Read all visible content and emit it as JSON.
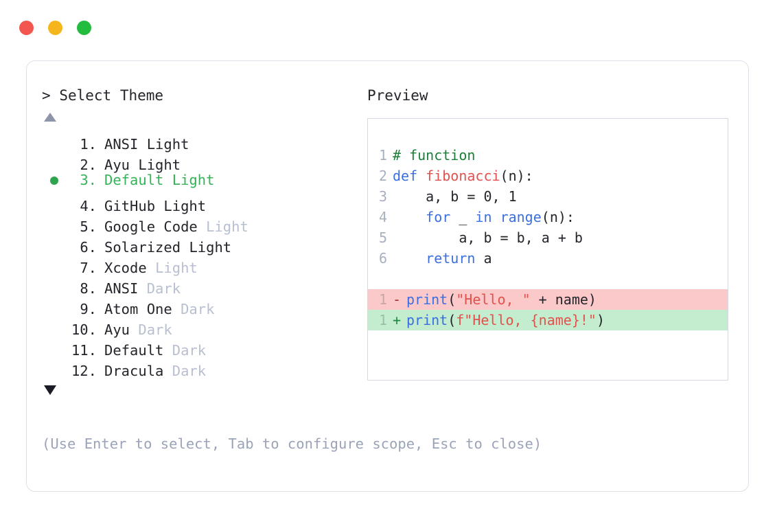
{
  "window": {
    "traffic_lights": [
      {
        "name": "close",
        "color": "#f2564f"
      },
      {
        "name": "minimize",
        "color": "#f5b61d"
      },
      {
        "name": "maximize",
        "color": "#23bc3e"
      }
    ]
  },
  "picker": {
    "prompt_marker": ">",
    "prompt_title": "Select Theme",
    "scroll_up_icon": "triangle-up",
    "scroll_down_icon": "triangle-down",
    "selected_index": 3,
    "selected_bullet": "●",
    "accent_color": "#36b358",
    "muted_color": "#b7bfd0",
    "items": [
      {
        "num": "1.",
        "name": "ANSI",
        "suffix": "Light",
        "muted_suffix": false,
        "selected": false
      },
      {
        "num": "2.",
        "name": "Ayu",
        "suffix": "Light",
        "muted_suffix": false,
        "selected": false
      },
      {
        "num": "3.",
        "name": "Default",
        "suffix": "Light",
        "muted_suffix": false,
        "selected": true
      },
      {
        "num": "4.",
        "name": "GitHub",
        "suffix": "Light",
        "muted_suffix": false,
        "selected": false
      },
      {
        "num": "5.",
        "name": "Google Code",
        "suffix": "Light",
        "muted_suffix": true,
        "selected": false
      },
      {
        "num": "6.",
        "name": "Solarized",
        "suffix": "Light",
        "muted_suffix": false,
        "selected": false
      },
      {
        "num": "7.",
        "name": "Xcode",
        "suffix": "Light",
        "muted_suffix": true,
        "selected": false
      },
      {
        "num": "8.",
        "name": "ANSI",
        "suffix": "Dark",
        "muted_suffix": true,
        "selected": false
      },
      {
        "num": "9.",
        "name": "Atom One",
        "suffix": "Dark",
        "muted_suffix": true,
        "selected": false
      },
      {
        "num": "10.",
        "name": "Ayu",
        "suffix": "Dark",
        "muted_suffix": true,
        "selected": false
      },
      {
        "num": "11.",
        "name": "Default",
        "suffix": "Dark",
        "muted_suffix": true,
        "selected": false
      },
      {
        "num": "12.",
        "name": "Dracula",
        "suffix": "Dark",
        "muted_suffix": true,
        "selected": false
      }
    ],
    "hint": "(Use Enter to select, Tab to configure scope, Esc to close)"
  },
  "preview": {
    "label": "Preview",
    "code_lines": [
      {
        "ln": "1",
        "tokens": [
          {
            "t": "# function",
            "c": "t-com"
          }
        ]
      },
      {
        "ln": "2",
        "tokens": [
          {
            "t": "def ",
            "c": "t-kw"
          },
          {
            "t": "fibonacci",
            "c": "t-fn"
          },
          {
            "t": "(n):",
            "c": "t-pun"
          }
        ]
      },
      {
        "ln": "3",
        "tokens": [
          {
            "t": "    a, b = ",
            "c": "t-txt"
          },
          {
            "t": "0",
            "c": "t-num"
          },
          {
            "t": ", ",
            "c": "t-txt"
          },
          {
            "t": "1",
            "c": "t-num"
          }
        ]
      },
      {
        "ln": "4",
        "tokens": [
          {
            "t": "    ",
            "c": "t-txt"
          },
          {
            "t": "for",
            "c": "t-kw"
          },
          {
            "t": " _ ",
            "c": "t-txt"
          },
          {
            "t": "in",
            "c": "t-kw"
          },
          {
            "t": " ",
            "c": "t-txt"
          },
          {
            "t": "range",
            "c": "t-bi"
          },
          {
            "t": "(n):",
            "c": "t-pun"
          }
        ]
      },
      {
        "ln": "5",
        "tokens": [
          {
            "t": "        a, b = b, a + b",
            "c": "t-txt"
          }
        ]
      },
      {
        "ln": "6",
        "tokens": [
          {
            "t": "    ",
            "c": "t-txt"
          },
          {
            "t": "return",
            "c": "t-kw"
          },
          {
            "t": " a",
            "c": "t-txt"
          }
        ]
      }
    ],
    "diff_lines": [
      {
        "ln": "1",
        "kind": "del",
        "mark": "-",
        "tokens": [
          {
            "t": "print",
            "c": "t-bi"
          },
          {
            "t": "(",
            "c": "t-pun"
          },
          {
            "t": "\"Hello, \"",
            "c": "t-str"
          },
          {
            "t": " + name)",
            "c": "t-txt"
          }
        ]
      },
      {
        "ln": "1",
        "kind": "add",
        "mark": "+",
        "tokens": [
          {
            "t": "print",
            "c": "t-bi"
          },
          {
            "t": "(",
            "c": "t-pun"
          },
          {
            "t": "f\"Hello, {name}!\"",
            "c": "t-str"
          },
          {
            "t": ")",
            "c": "t-pun"
          }
        ]
      }
    ],
    "diff_del_bg": "#fbc9c9",
    "diff_add_bg": "#c4ecce"
  }
}
